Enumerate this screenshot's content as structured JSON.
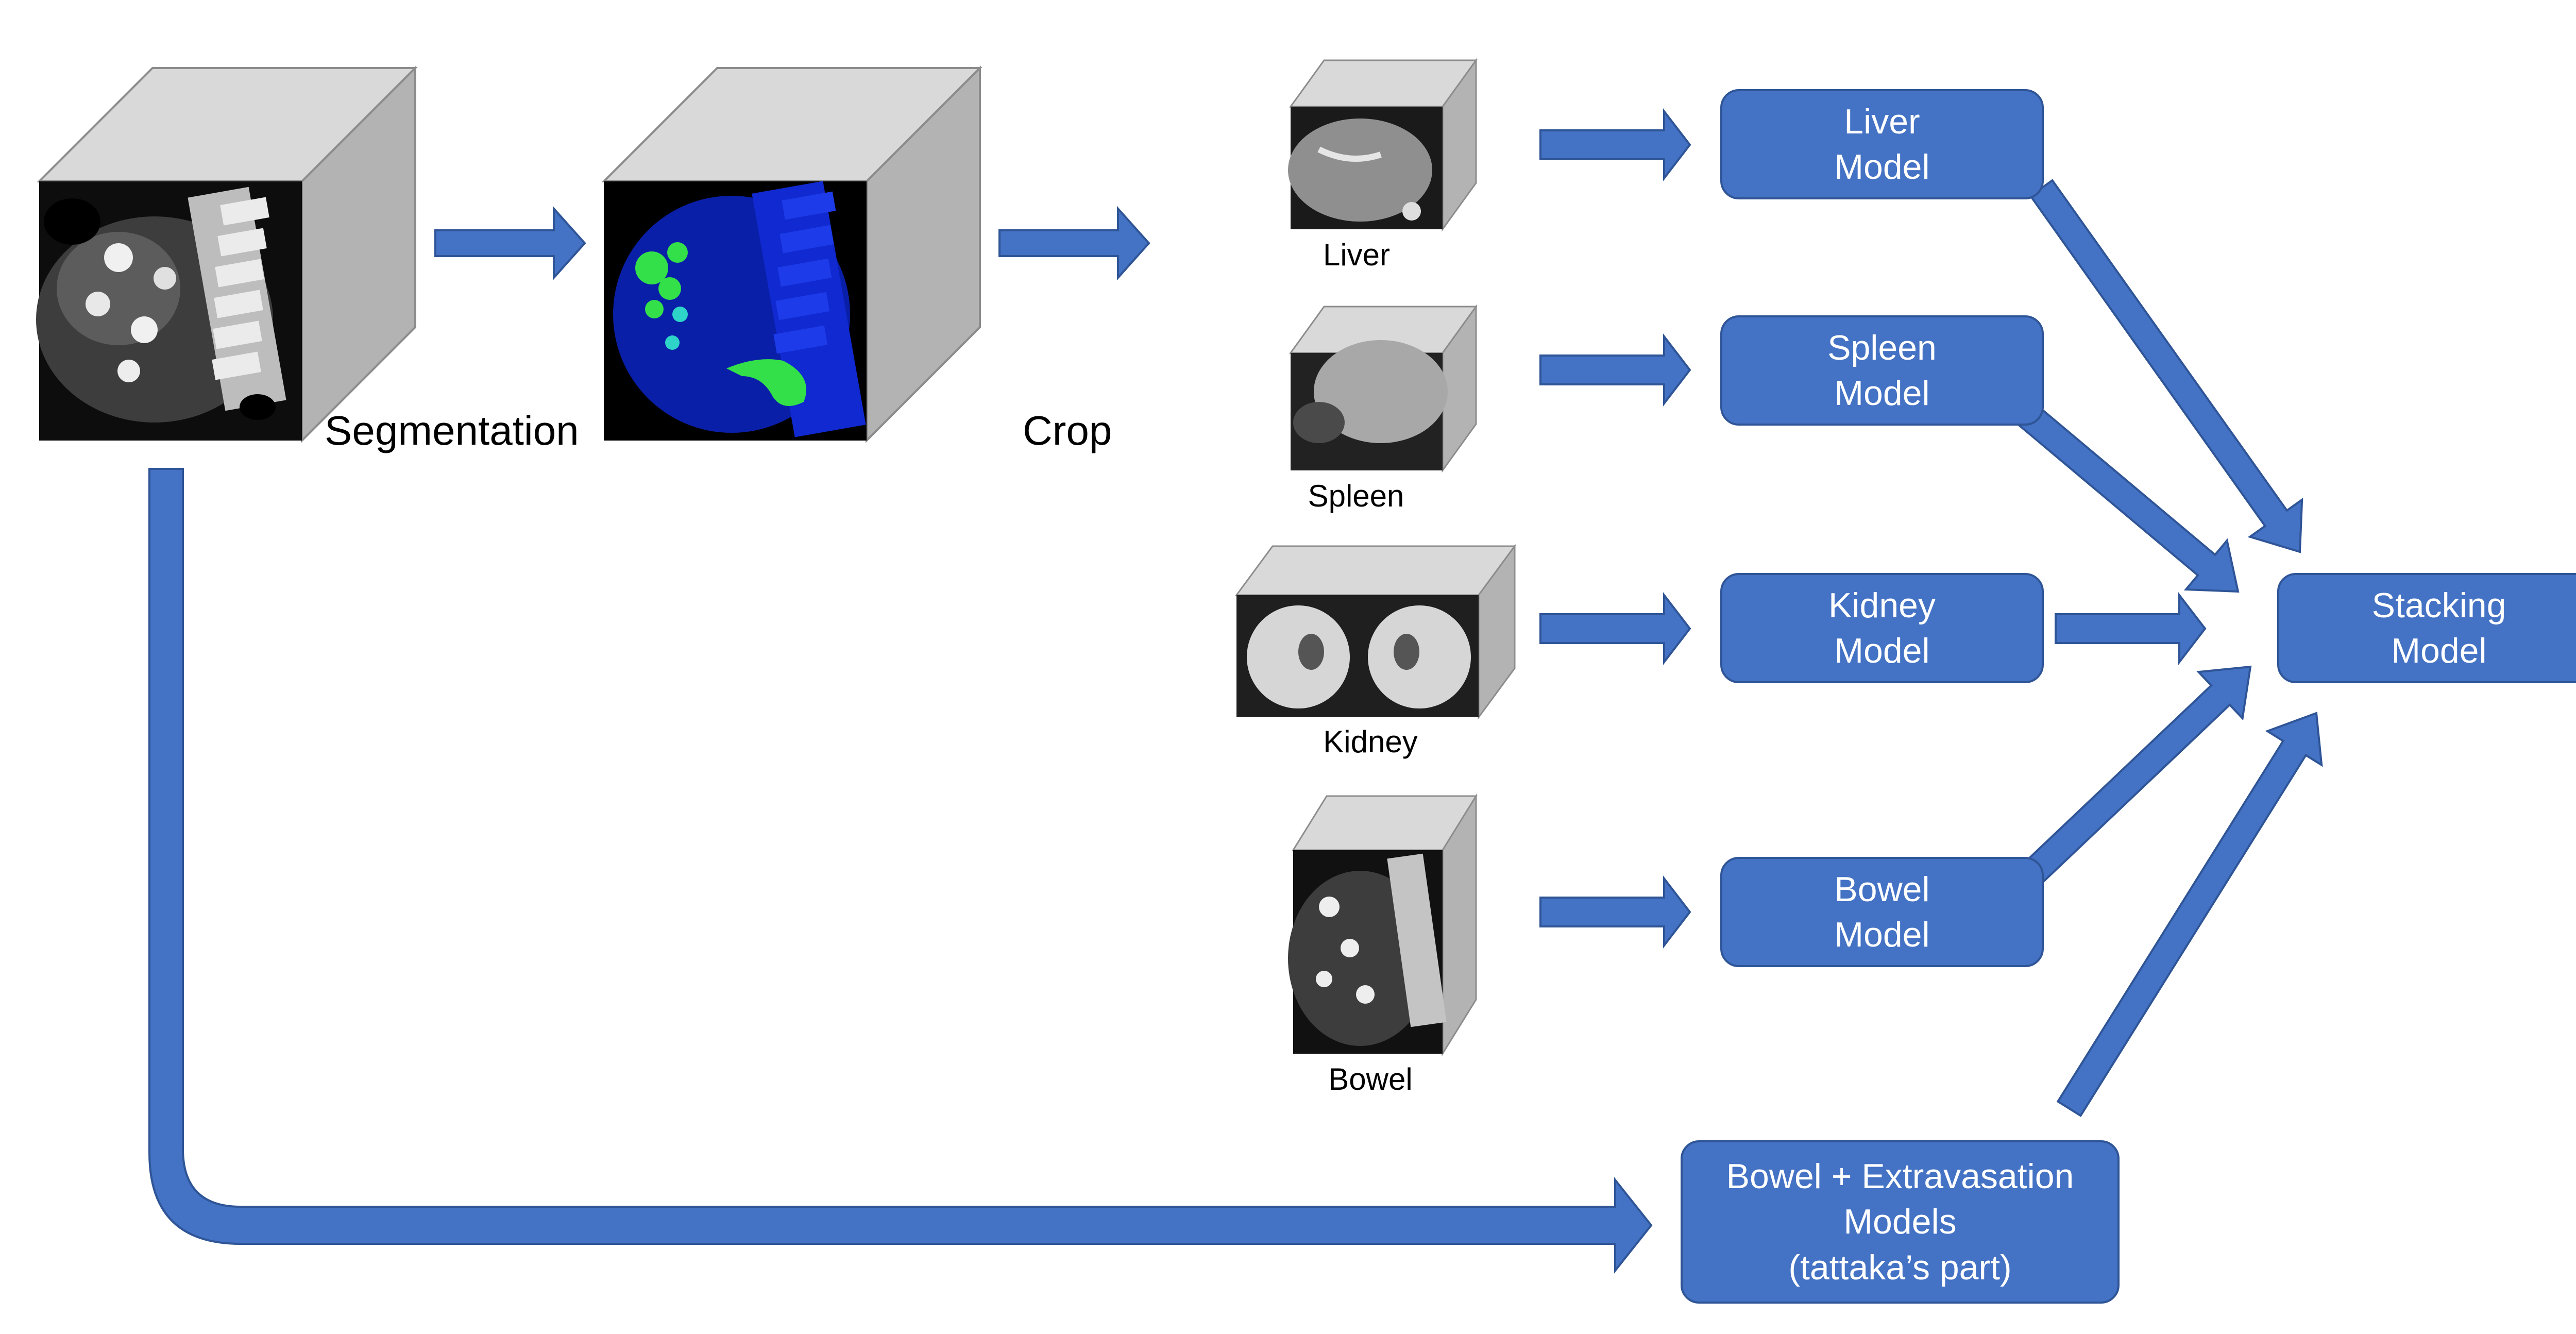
{
  "labels": {
    "segmentation": "Segmentation",
    "crop": "Crop",
    "liver": "Liver",
    "spleen": "Spleen",
    "kidney": "Kidney",
    "bowel": "Bowel"
  },
  "models": {
    "liver": [
      "Liver",
      "Model"
    ],
    "spleen": [
      "Spleen",
      "Model"
    ],
    "kidney": [
      "Kidney",
      "Model"
    ],
    "bowel": [
      "Bowel",
      "Model"
    ],
    "stacking": [
      "Stacking",
      "Model"
    ],
    "extravasation": [
      "Bowel + Extravasation",
      "Models",
      "(tattaka’s part)"
    ]
  },
  "colors": {
    "accent": "#4472C4",
    "accent_border": "#2F5597",
    "cube_top": "#D9D9D9",
    "cube_side": "#B3B3B3",
    "ct_dark": "#111111",
    "segmentation_bg": "#0A1FA8",
    "segmentation_green": "#33E04A"
  }
}
